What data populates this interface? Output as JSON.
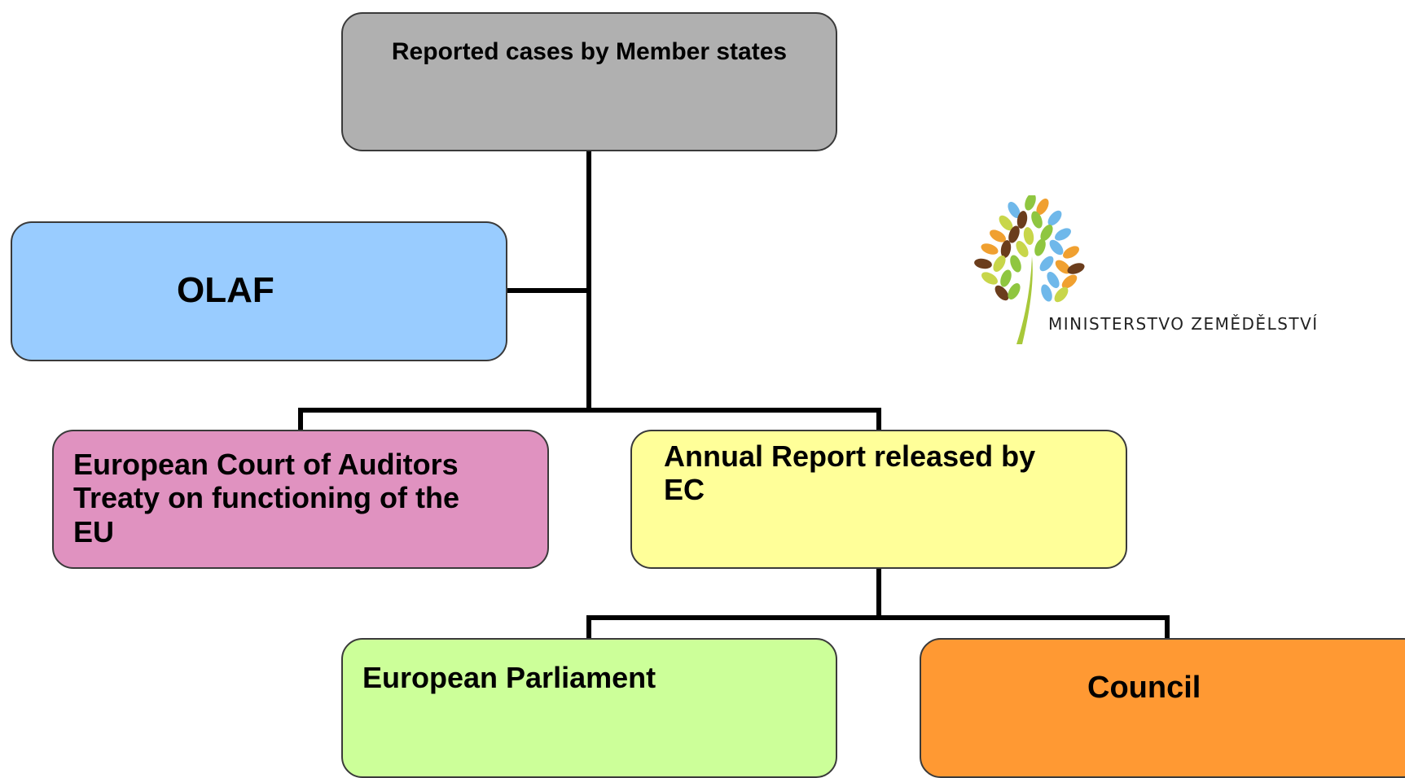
{
  "diagram": {
    "root": {
      "label": "Reported cases by Member states"
    },
    "olaf": {
      "label": "OLAF"
    },
    "eca": {
      "lines": [
        "European Court of Auditors",
        "Treaty on functioning of the",
        "EU"
      ]
    },
    "annual_report": {
      "lines": [
        "Annual Report released by",
        "EC"
      ]
    },
    "parliament": {
      "label": "European Parliament"
    },
    "council": {
      "label": "Council"
    }
  },
  "logo": {
    "text": "MINISTERSTVO ZEMĚDĚLSTVÍ"
  },
  "colors": {
    "root": "#b0b0b0",
    "olaf": "#99ccff",
    "eca": "#e092c0",
    "annual_report": "#ffff99",
    "parliament": "#ccff99",
    "council": "#ff9933",
    "connector": "#000000"
  }
}
